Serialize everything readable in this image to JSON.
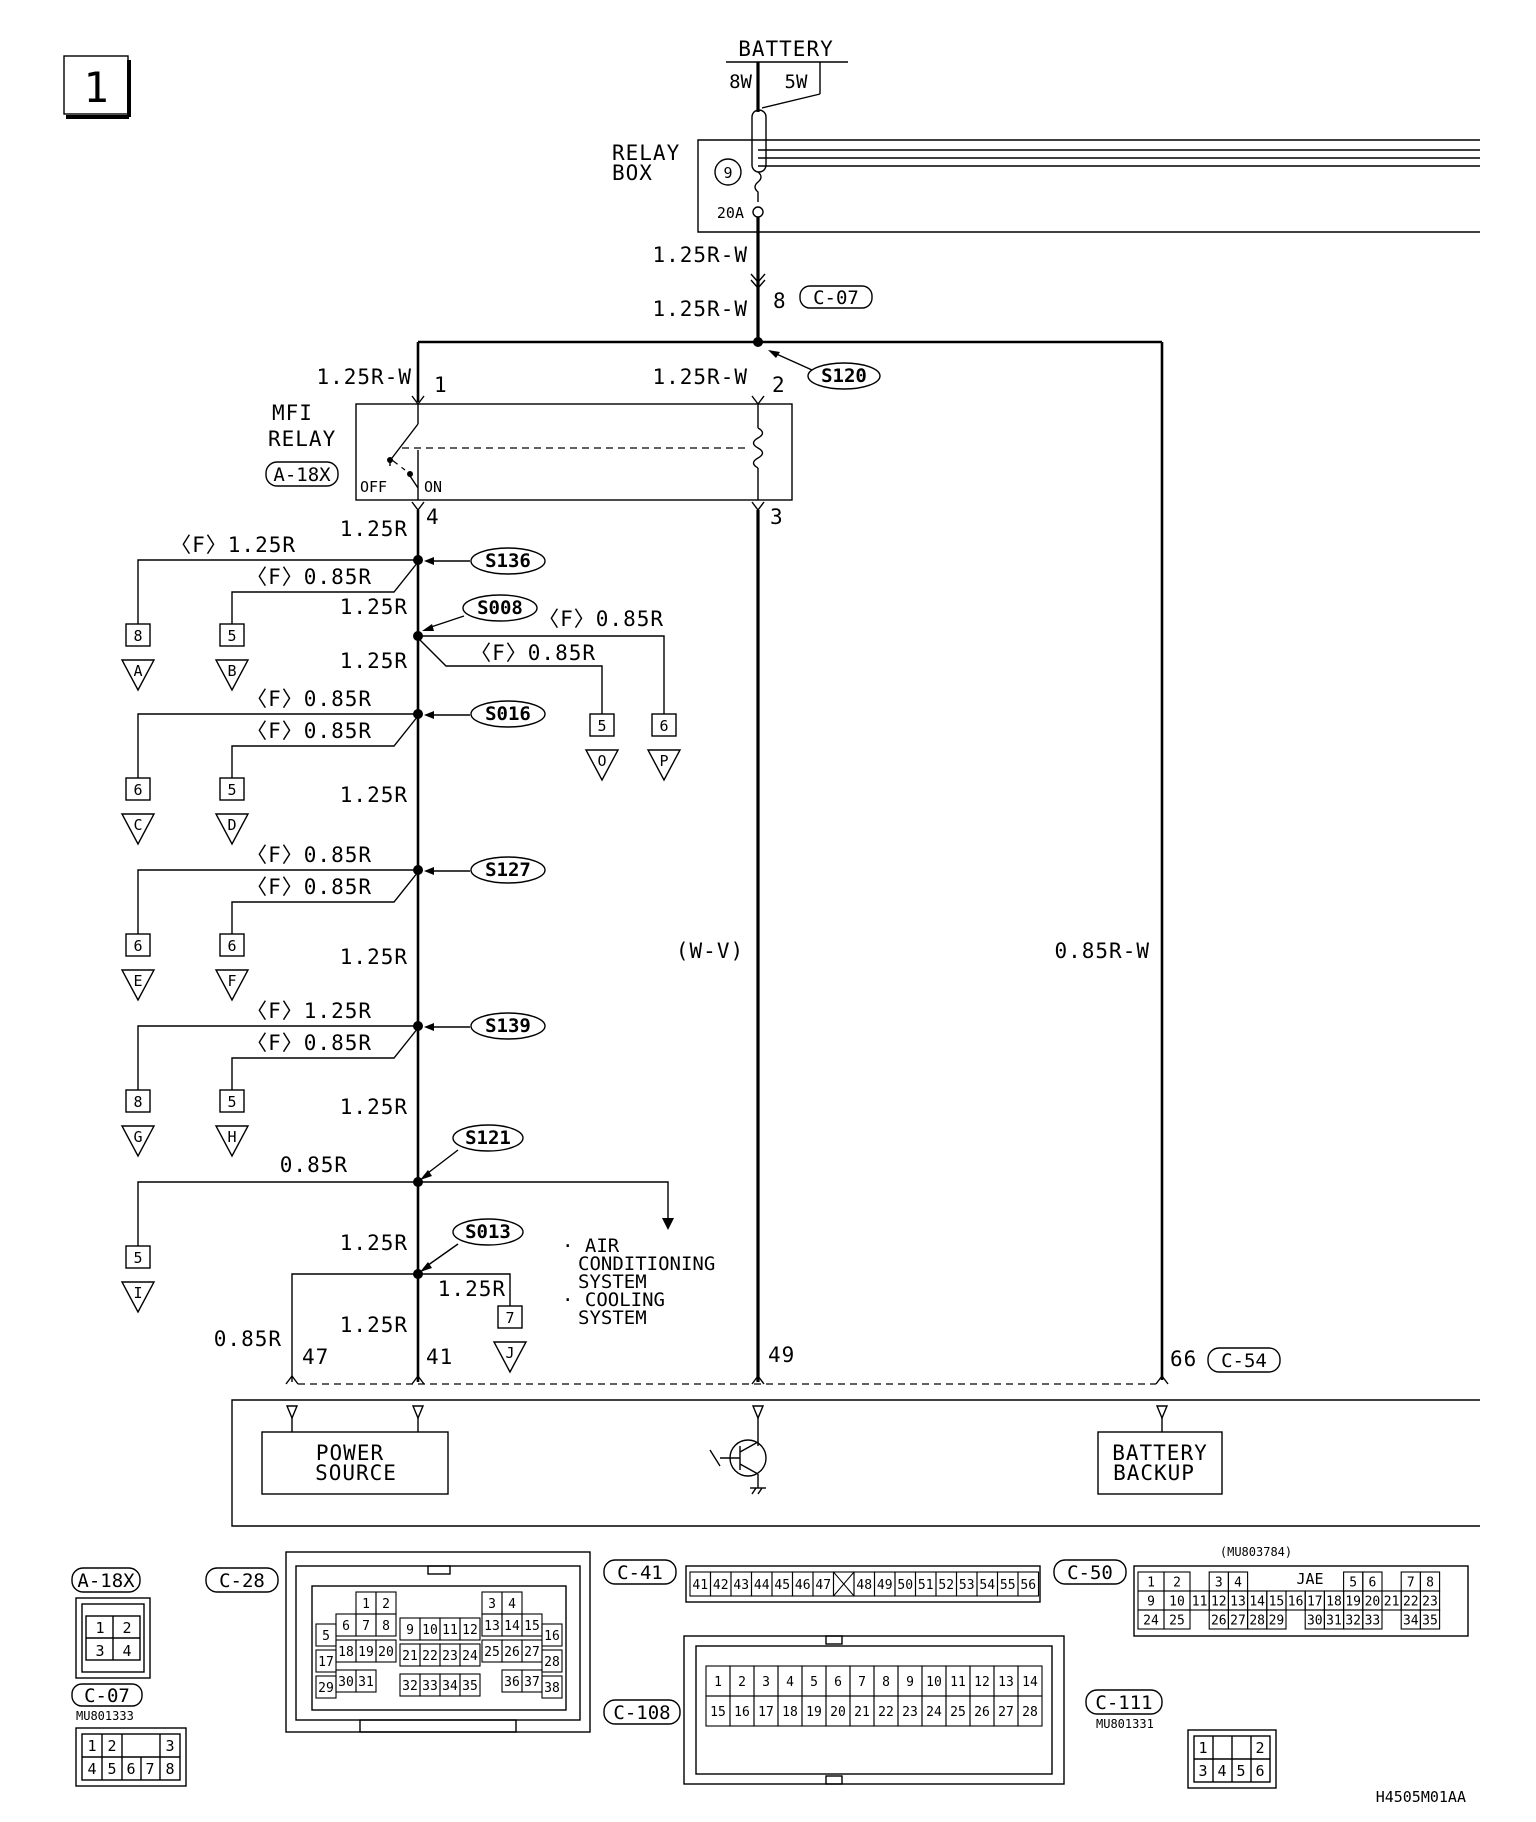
{
  "page_box": "1",
  "battery": {
    "label": "BATTERY",
    "wire_a": "8W",
    "wire_b": "5W"
  },
  "relay_box": {
    "label_line1": "RELAY",
    "label_line2": "BOX",
    "fuse_no": "9",
    "fuse_rating": "20A"
  },
  "main_feed": {
    "wire_upper": "1.25R-W",
    "wire_lower": "1.25R-W",
    "pin": "8",
    "connector": "C-07"
  },
  "s120": {
    "splice": "S120"
  },
  "mfi_relay": {
    "label_line1": "MFI",
    "label_line2": "RELAY",
    "connector": "A-18X",
    "off_label": "OFF",
    "on_label": "ON",
    "pin1": "1",
    "pin1_wire": "1.25R-W",
    "pin2": "2",
    "pin2_wire": "1.25R-W",
    "pin3": "3",
    "pin4": "4",
    "pin4_wire": "1.25R"
  },
  "splices": [
    {
      "id": "S136",
      "branch_a": "〈F〉1.25R",
      "branch_b": "〈F〉0.85R",
      "term_a_pin": "8",
      "term_a_letter": "A",
      "term_b_pin": "5",
      "term_b_letter": "B",
      "trunk_wire": "1.25R"
    },
    {
      "id": "S008",
      "branch_a": "〈F〉0.85R",
      "branch_b": "〈F〉0.85R",
      "term_a_pin": "6",
      "term_a_letter": "P",
      "term_b_pin": "5",
      "term_b_letter": "O",
      "trunk_wire": "1.25R"
    },
    {
      "id": "S016",
      "branch_a": "〈F〉0.85R",
      "branch_b": "〈F〉0.85R",
      "term_a_pin": "6",
      "term_a_letter": "C",
      "term_b_pin": "5",
      "term_b_letter": "D",
      "trunk_wire": "1.25R"
    },
    {
      "id": "S127",
      "branch_a": "〈F〉0.85R",
      "branch_b": "〈F〉0.85R",
      "term_a_pin": "6",
      "term_a_letter": "E",
      "term_b_pin": "6",
      "term_b_letter": "F",
      "trunk_wire": "1.25R"
    },
    {
      "id": "S139",
      "branch_a": "〈F〉1.25R",
      "branch_b": "〈F〉0.85R",
      "term_a_pin": "8",
      "term_a_letter": "G",
      "term_b_pin": "5",
      "term_b_letter": "H",
      "trunk_wire": "1.25R"
    },
    {
      "id": "S121",
      "branch_a": "0.85R",
      "term_a_pin": "5",
      "term_a_letter": "I",
      "trunk_wire": "1.25R"
    },
    {
      "id": "S013",
      "branch_a": "1.25R",
      "term_a_pin": "7",
      "term_a_letter": "J",
      "left_wire": "0.85R",
      "trunk_wire": "1.25R"
    }
  ],
  "notes": {
    "ac_line1": "· AIR",
    "ac_line2": "CONDITIONING",
    "ac_line3": "SYSTEM",
    "cool_line1": "· COOLING",
    "cool_line2": "SYSTEM"
  },
  "center_wire": "(W-V)",
  "right_wire": "0.85R-W",
  "ecu_pins": {
    "p47": "47",
    "p41": "41",
    "p49": "49",
    "p66": "66",
    "connector": "C-54"
  },
  "ecu_blocks": {
    "power_line1": "POWER",
    "power_line2": "SOURCE",
    "backup_line1": "BATTERY",
    "backup_line2": "BACKUP"
  },
  "connector_views": {
    "a18x": {
      "label": "A-18X",
      "pins": [
        "1",
        "2",
        "3",
        "4"
      ]
    },
    "c07": {
      "label": "C-07",
      "part": "MU801333",
      "pins": [
        "1",
        "2",
        "3",
        "4",
        "5",
        "6",
        "7",
        "8"
      ]
    },
    "c28": {
      "label": "C-28",
      "pins": [
        "1",
        "2",
        "3",
        "4",
        "5",
        "6",
        "7",
        "8",
        "9",
        "10",
        "11",
        "12",
        "13",
        "14",
        "15",
        "16",
        "17",
        "18",
        "19",
        "20",
        "21",
        "22",
        "23",
        "24",
        "25",
        "26",
        "27",
        "28",
        "29",
        "30",
        "31",
        "32",
        "33",
        "34",
        "35",
        "36",
        "37",
        "38"
      ]
    },
    "c41": {
      "label": "C-41",
      "pins": [
        "41",
        "42",
        "43",
        "44",
        "45",
        "46",
        "47",
        "48",
        "49",
        "50",
        "51",
        "52",
        "53",
        "54",
        "55",
        "56"
      ]
    },
    "c108": {
      "label": "C-108",
      "pins": [
        "1",
        "2",
        "3",
        "4",
        "5",
        "6",
        "7",
        "8",
        "9",
        "10",
        "11",
        "12",
        "13",
        "14",
        "15",
        "16",
        "17",
        "18",
        "19",
        "20",
        "21",
        "22",
        "23",
        "24",
        "25",
        "26",
        "27",
        "28"
      ]
    },
    "c50": {
      "label": "C-50",
      "part": "(MU803784)",
      "maker": "JAE",
      "pins": [
        "1",
        "2",
        "3",
        "4",
        "5",
        "6",
        "7",
        "8",
        "9",
        "10",
        "11",
        "12",
        "13",
        "14",
        "15",
        "16",
        "17",
        "18",
        "19",
        "20",
        "21",
        "22",
        "23",
        "24",
        "25",
        "26",
        "27",
        "28",
        "29",
        "30",
        "31",
        "32",
        "33",
        "34",
        "35"
      ]
    },
    "c111": {
      "label": "C-111",
      "part": "MU801331",
      "pins": [
        "1",
        "2",
        "3",
        "4",
        "5",
        "6"
      ]
    }
  },
  "drawing_code": "H4505M01AA"
}
